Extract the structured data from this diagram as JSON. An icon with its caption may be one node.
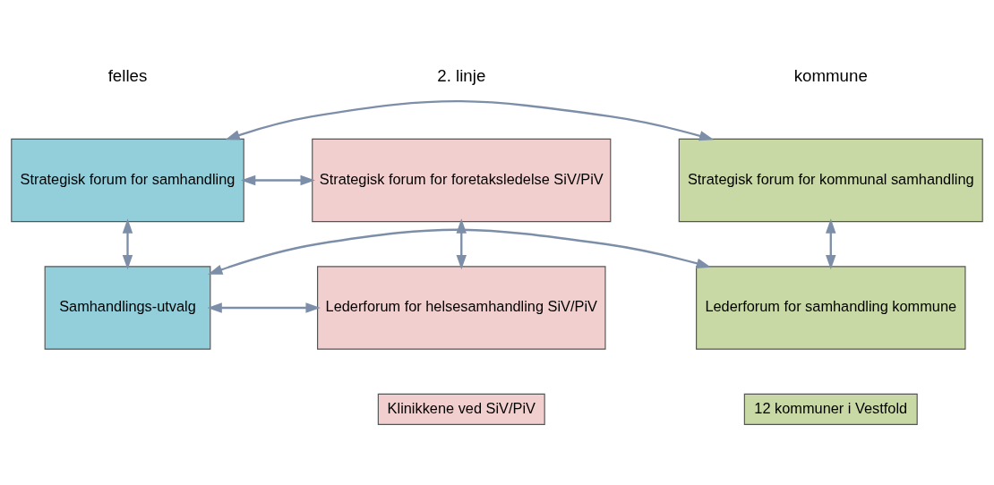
{
  "diagram": {
    "nodes": [
      {
        "text": [
          "Strategisk forum for kommunal samhandling"
        ]
      },
      {
        "text": [
          "Strategisk forum for samhandling"
        ]
      },
      {
        "text": [
          "Strategisk forum for foretaksledelse SiV/PiV"
        ]
      },
      {
        "text": [
          "Lederforum for samhandling kommune"
        ]
      },
      {
        "text": [
          "Samhandlings-utvalg"
        ]
      },
      {
        "text": [
          "Lederforum for helsesamhandling SiV/PiV"
        ]
      },
      {
        "text": [
          "12 kommuner i Vestfold"
        ]
      },
      {
        "text": [
          "Klinikkene ved SiV/PiV"
        ]
      }
    ],
    "edges": [
      {
        "from": 0,
        "to": 1,
        "arrow": "both"
      },
      {
        "from": 1,
        "to": 2,
        "arrow": "both"
      },
      {
        "from": 0,
        "to": 3,
        "arrow": "both"
      },
      {
        "from": 1,
        "to": 4,
        "arrow": "both"
      },
      {
        "from": 2,
        "to": 5,
        "arrow": "both"
      },
      {
        "from": 3,
        "to": 4,
        "arrow": "both"
      },
      {
        "from": 4,
        "to": 5,
        "arrow": "both"
      }
    ],
    "labels": [
      "kommune",
      "felles",
      "2. linje"
    ]
  }
}
